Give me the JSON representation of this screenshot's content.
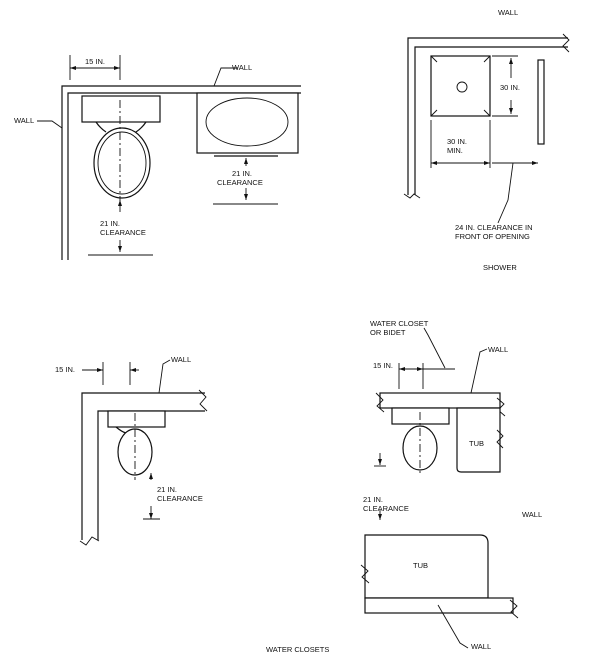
{
  "labels": {
    "tl_15in": "15 IN.",
    "tl_wall_top": "WALL",
    "tl_wall_left": "WALL",
    "tl_21in_lav": "21 IN.",
    "tl_clearance_lav": "CLEARANCE",
    "tl_21in_wc": "21 IN.",
    "tl_clearance_wc": "CLEARANCE",
    "sh_wall": "WALL",
    "sh_30in_side": "30 IN.",
    "sh_30in_min_a": "30 IN.",
    "sh_30in_min_b": "MIN.",
    "sh_24in_a": "24 IN. CLEARANCE IN",
    "sh_24in_b": "FRONT OF OPENING",
    "sh_title": "SHOWER",
    "bl_15in": "15 IN.",
    "bl_wall": "WALL",
    "bl_21in": "21 IN.",
    "bl_clearance": "CLEARANCE",
    "br_wc_a": "WATER CLOSET",
    "br_wc_b": "OR BIDET",
    "br_wall_top": "WALL",
    "br_15in": "15 IN.",
    "br_tub_upper": "TUB",
    "br_21in": "21 IN.",
    "br_clearance": "CLEARANCE",
    "br_wall_right": "WALL",
    "br_tub_lower": "TUB",
    "br_wall_bottom": "WALL",
    "caption": "WATER CLOSETS"
  }
}
